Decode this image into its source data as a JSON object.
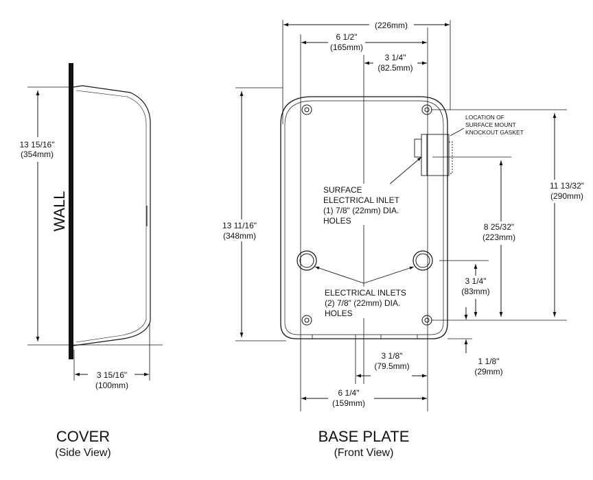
{
  "side_view": {
    "title": "COVER",
    "subtitle": "(Side View)",
    "wall_label": "WALL",
    "height_in": "13 15/16\"",
    "height_mm": "(354mm)",
    "depth_in": "3 15/16\"",
    "depth_mm": "(100mm)"
  },
  "front_view": {
    "title": "BASE PLATE",
    "subtitle": "(Front View)",
    "overall_width_mm": "(226mm)",
    "width_top_in": "6 1/2\"",
    "width_top_mm": "(165mm)",
    "half_top_in": "3 1/4\"",
    "half_top_mm": "(82.5mm)",
    "height_in": "13 11/16\"",
    "height_mm": "(348mm)",
    "gasket_note": [
      "LOCATION OF",
      "SURFACE MOUNT",
      "KNOCKOUT GASKET"
    ],
    "surface_inlet_note": [
      "SURFACE",
      "ELECTRICAL INLET",
      "(1) 7/8\" (22mm) DIA.",
      "HOLES"
    ],
    "inlets_note": [
      "ELECTRICAL INLETS",
      "(2) 7/8\" (22mm) DIA.",
      "HOLES"
    ],
    "right_outer_in": "11 13/32\"",
    "right_outer_mm": "(290mm)",
    "right_mid_in": "8 25/32\"",
    "right_mid_mm": "(223mm)",
    "right_inner_in": "3 1/4\"",
    "right_inner_mm": "(83mm)",
    "bottom_offset_in": "1 1/8\"",
    "bottom_offset_mm": "(29mm)",
    "half_bottom_in": "3 1/8\"",
    "half_bottom_mm": "(79.5mm)",
    "width_bottom_in": "6 1/4\"",
    "width_bottom_mm": "(159mm)"
  }
}
